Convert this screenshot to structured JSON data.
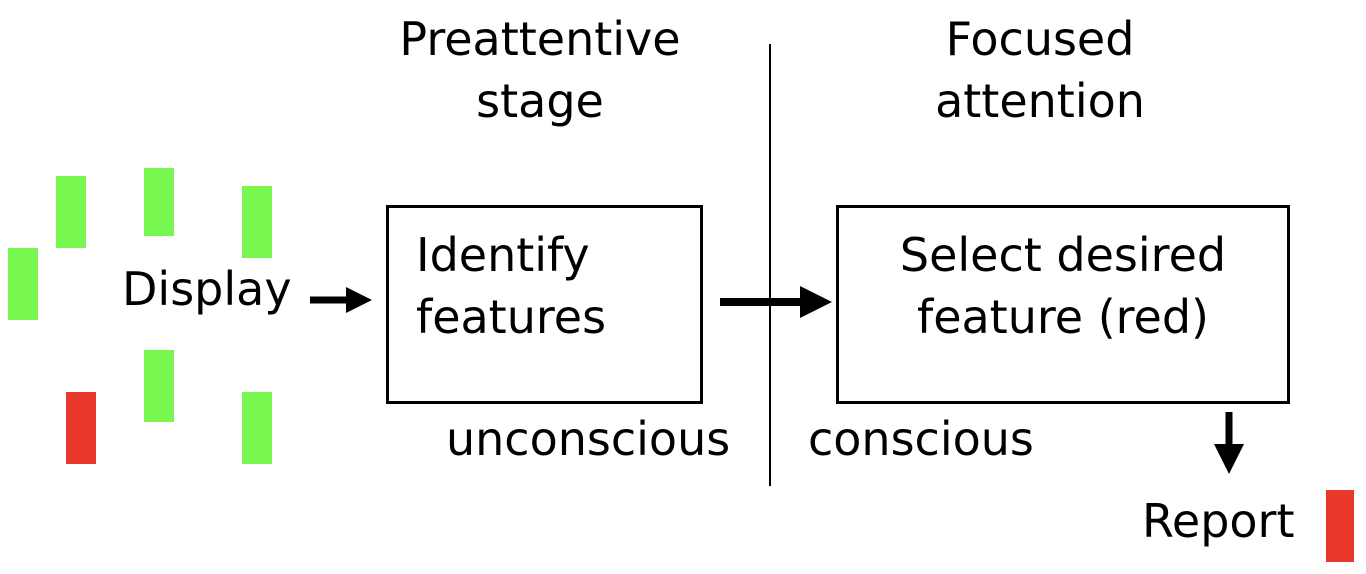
{
  "headings": {
    "preattentive": [
      "Preattentive",
      "stage"
    ],
    "focused": [
      "Focused",
      "attention"
    ]
  },
  "display_label": "Display",
  "boxes": {
    "identify": [
      "Identify",
      "features"
    ],
    "select": [
      "Select desired",
      "feature (red)"
    ]
  },
  "stage_labels": {
    "unconscious": "unconscious",
    "conscious": "conscious"
  },
  "report_label": "Report",
  "colors": {
    "green": "#77f74f",
    "red": "#e8382a",
    "line": "#000000"
  },
  "icons": {
    "arrow": "right-arrow-icon",
    "down_arrow": "down-arrow-icon"
  }
}
